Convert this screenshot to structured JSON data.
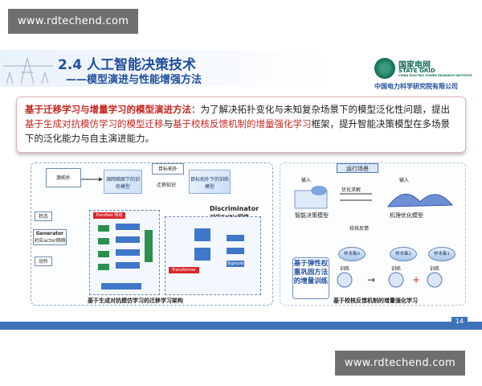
{
  "watermark": {
    "top": "www.rdtechend.com",
    "bottom": "www.rdtechend.com"
  },
  "slide": {
    "title_line1": "2.4 人工智能决策技术",
    "title_line2": "——模型演进与性能增强方法",
    "logo": {
      "name": "国家电网",
      "name_en": "STATE GRID",
      "subtitle": "CHINA ELECTRIC POWER RESEARCH INSTITUTE",
      "institute": "中国电力科学研究院有限公司"
    },
    "intro": {
      "lead": "基于迁移学习与增量学习的模型演进方法",
      "t1": "：为了解决拓扑变化与未知复杂场景下的模型泛化性问题，提出",
      "link1": "基于生成对抗模仿学习的模型迁移",
      "t2": "与",
      "link2": "基于校核反馈机制的增量强化学习",
      "t3": "框架，提升智能决策模型在多场景下的泛化能力与自主演进能力。"
    },
    "left_diagram": {
      "caption": "基于生成对抗模仿学习的迁移学习架构",
      "src_topo": "源拓扑",
      "tgt_topo": "目标拓扑",
      "src_model": "源网络图下的训练模型",
      "migrate": "迁移知识",
      "tgt_model": "目标拓扑下的训练模型",
      "discriminator": "Discriminator",
      "critic": "对应Critic网络",
      "state": "状态",
      "generator": "Generator",
      "actor": "对应actor网络",
      "action": "动作",
      "pointnet": "PointNet 网络",
      "transformer": "Transformer",
      "sigmoid": "Sigmoid"
    },
    "right_diagram": {
      "caption": "基于校核反馈机制的增量强化学习",
      "scene": "运行场景",
      "input1": "输入",
      "input2": "输入",
      "decision_model": "智能决策模型",
      "optimize": "优化求解",
      "mech_model": "机理优化模型",
      "feedback": "校核反馈",
      "method": "基于弹性权重巩固方法的增量训练",
      "samples": [
        "样本集0",
        "样本集2",
        "样本集1"
      ],
      "train": "训练"
    },
    "page_number": "14"
  }
}
